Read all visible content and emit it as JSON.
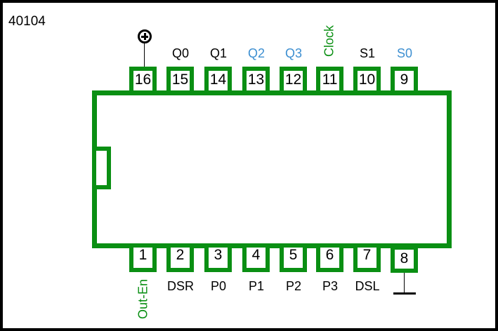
{
  "diagram": {
    "title": "40104",
    "colors": {
      "chip_outline": "#0a8f13",
      "label_default": "#000000",
      "label_blue": "#3d8fd1",
      "label_green": "#0a8f13"
    },
    "top_pins": [
      {
        "number": "16",
        "label": "",
        "symbol": "vcc-plus"
      },
      {
        "number": "15",
        "label": "Q0",
        "color": "black"
      },
      {
        "number": "14",
        "label": "Q1",
        "color": "black"
      },
      {
        "number": "13",
        "label": "Q2",
        "color": "blue"
      },
      {
        "number": "12",
        "label": "Q3",
        "color": "blue"
      },
      {
        "number": "11",
        "label": "Clock",
        "color": "green",
        "rotated": true
      },
      {
        "number": "10",
        "label": "S1",
        "color": "black"
      },
      {
        "number": "9",
        "label": "S0",
        "color": "blue"
      }
    ],
    "bottom_pins": [
      {
        "number": "1",
        "label": "Out-En",
        "color": "green",
        "rotated": true
      },
      {
        "number": "2",
        "label": "DSR",
        "color": "black"
      },
      {
        "number": "3",
        "label": "P0",
        "color": "black"
      },
      {
        "number": "4",
        "label": "P1",
        "color": "black"
      },
      {
        "number": "5",
        "label": "P2",
        "color": "black"
      },
      {
        "number": "6",
        "label": "P3",
        "color": "black"
      },
      {
        "number": "7",
        "label": "DSL",
        "color": "black"
      },
      {
        "number": "8",
        "label": "",
        "symbol": "ground"
      }
    ]
  }
}
